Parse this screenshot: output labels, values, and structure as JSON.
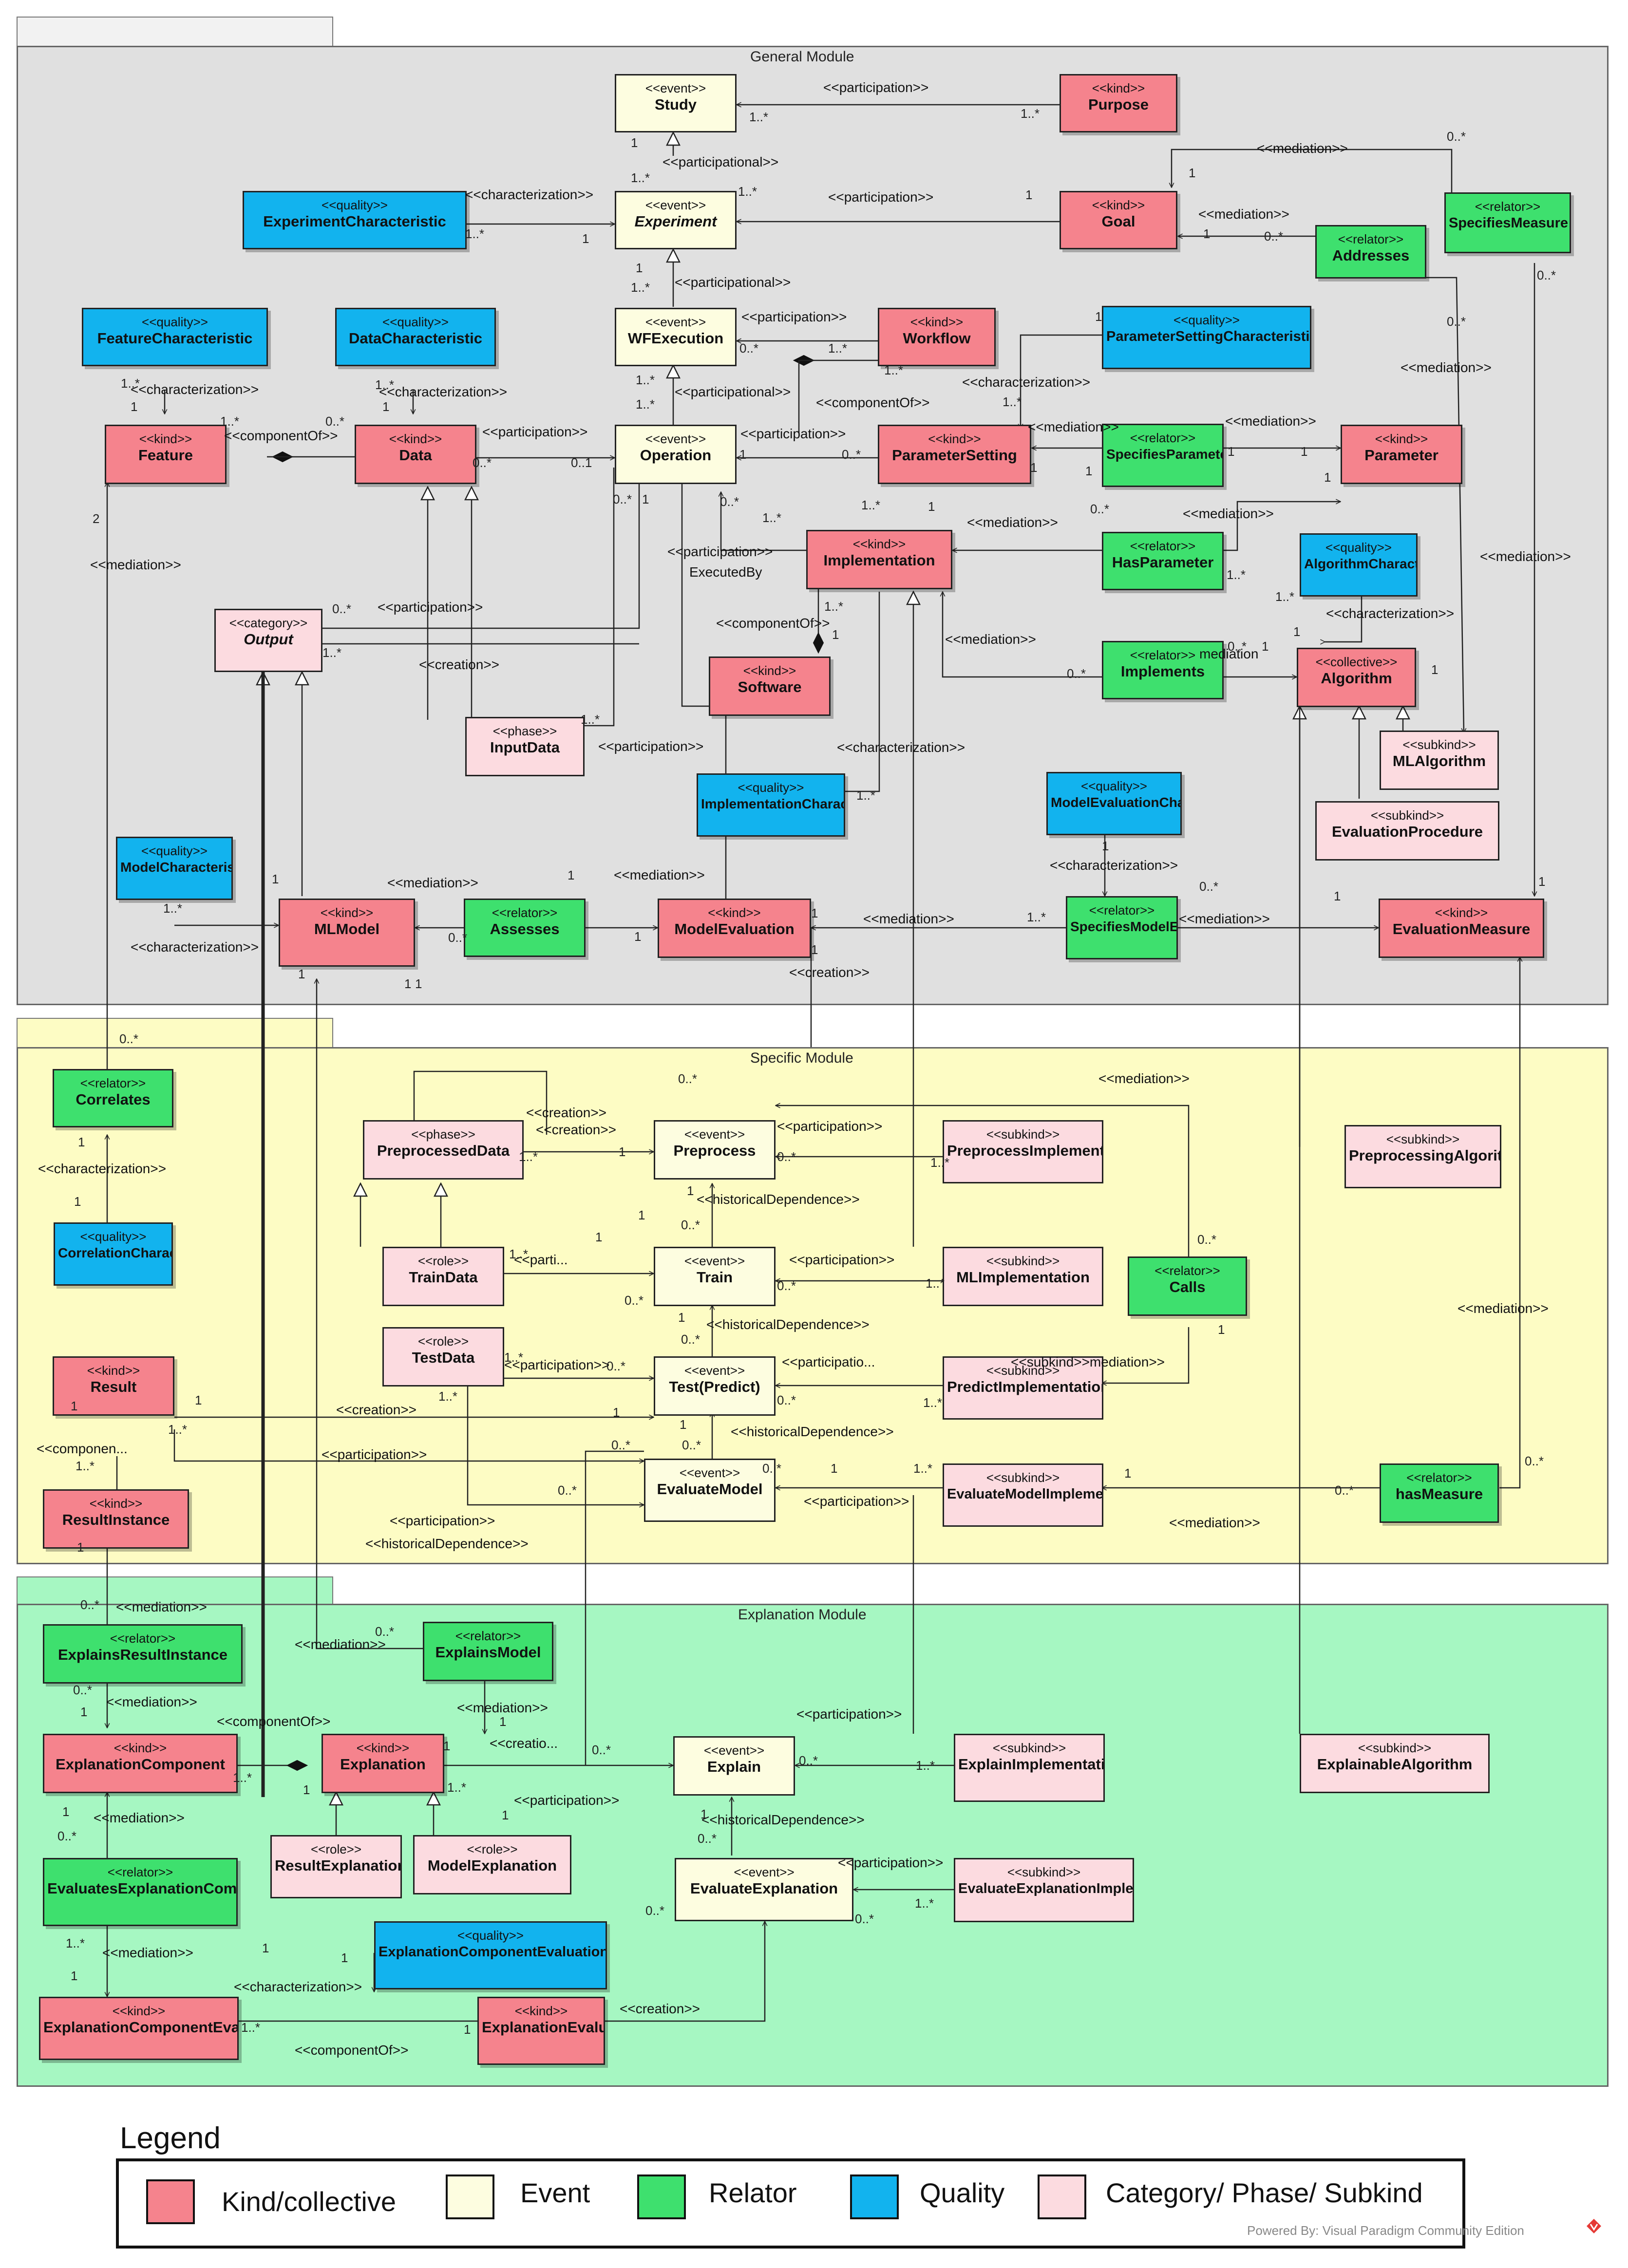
{
  "modules": {
    "general": "General Module",
    "specific": "Specific Module",
    "explanation": "Explanation Module"
  },
  "boxes": {
    "study": {
      "st": "<<event>>",
      "nm": "Study"
    },
    "purpose": {
      "st": "<<kind>>",
      "nm": "Purpose"
    },
    "experiment_characteristic": {
      "st": "<<quality>>",
      "nm": "ExperimentCharacteristic"
    },
    "experiment": {
      "st": "<<event>>",
      "nm": "Experiment"
    },
    "goal": {
      "st": "<<kind>>",
      "nm": "Goal"
    },
    "specifies_measure": {
      "st": "<<relator>>",
      "nm": "SpecifiesMeasure"
    },
    "addresses": {
      "st": "<<relator>>",
      "nm": "Addresses"
    },
    "feature_characteristic": {
      "st": "<<quality>>",
      "nm": "FeatureCharacteristic"
    },
    "data_characteristic": {
      "st": "<<quality>>",
      "nm": "DataCharacteristic"
    },
    "wf_execution": {
      "st": "<<event>>",
      "nm": "WFExecution"
    },
    "workflow": {
      "st": "<<kind>>",
      "nm": "Workflow"
    },
    "parameter_setting_characteristic": {
      "st": "<<quality>>",
      "nm": "ParameterSettingCharacteristic"
    },
    "feature": {
      "st": "<<kind>>",
      "nm": "Feature"
    },
    "data": {
      "st": "<<kind>>",
      "nm": "Data"
    },
    "operation": {
      "st": "<<event>>",
      "nm": "Operation"
    },
    "parameter_setting": {
      "st": "<<kind>>",
      "nm": "ParameterSetting"
    },
    "specifies_parameter": {
      "st": "<<relator>>",
      "nm": "SpecifiesParameter"
    },
    "parameter": {
      "st": "<<kind>>",
      "nm": "Parameter"
    },
    "implementation": {
      "st": "<<kind>>",
      "nm": "Implementation"
    },
    "has_parameter": {
      "st": "<<relator>>",
      "nm": "HasParameter"
    },
    "algorithm_characteristic": {
      "st": "<<quality>>",
      "nm": "AlgorithmCharacteristic"
    },
    "output": {
      "st": "<<category>>",
      "nm": "Output"
    },
    "software": {
      "st": "<<kind>>",
      "nm": "Software"
    },
    "implements": {
      "st": "<<relator>>",
      "nm": "Implements"
    },
    "algorithm": {
      "st": "<<collective>>",
      "nm": "Algorithm"
    },
    "input_data": {
      "st": "<<phase>>",
      "nm": "InputData"
    },
    "ml_algorithm": {
      "st": "<<subkind>>",
      "nm": "MLAlgorithm"
    },
    "implementation_characteristic": {
      "st": "<<quality>>",
      "nm": "ImplementationCharacteristic"
    },
    "model_evaluation_characteristic": {
      "st": "<<quality>>",
      "nm": "ModelEvaluationCharacteristic"
    },
    "evaluation_procedure": {
      "st": "<<subkind>>",
      "nm": "EvaluationProcedure"
    },
    "model_characteristic": {
      "st": "<<quality>>",
      "nm": "ModelCharacteristic"
    },
    "ml_model": {
      "st": "<<kind>>",
      "nm": "MLModel"
    },
    "assesses": {
      "st": "<<relator>>",
      "nm": "Assesses"
    },
    "model_evaluation": {
      "st": "<<kind>>",
      "nm": "ModelEvaluation"
    },
    "specifies_model_evaluation": {
      "st": "<<relator>>",
      "nm": "SpecifiesModelEvaluation"
    },
    "evaluation_measure": {
      "st": "<<kind>>",
      "nm": "EvaluationMeasure"
    },
    "correlates": {
      "st": "<<relator>>",
      "nm": "Correlates"
    },
    "preprocessed_data": {
      "st": "<<phase>>",
      "nm": "PreprocessedData"
    },
    "preprocess": {
      "st": "<<event>>",
      "nm": "Preprocess"
    },
    "preprocess_implementation": {
      "st": "<<subkind>>",
      "nm": "PreprocessImplementation"
    },
    "preprocessing_algorithm": {
      "st": "<<subkind>>",
      "nm": "PreprocessingAlgorithm"
    },
    "correlation_characteristic": {
      "st": "<<quality>>",
      "nm": "CorrelationCharacteristic"
    },
    "train_data": {
      "st": "<<role>>",
      "nm": "TrainData"
    },
    "train": {
      "st": "<<event>>",
      "nm": "Train"
    },
    "ml_implementation": {
      "st": "<<subkind>>",
      "nm": "MLImplementation"
    },
    "calls": {
      "st": "<<relator>>",
      "nm": "Calls"
    },
    "test_data": {
      "st": "<<role>>",
      "nm": "TestData"
    },
    "result": {
      "st": "<<kind>>",
      "nm": "Result"
    },
    "test_predict": {
      "st": "<<event>>",
      "nm": "Test(Predict)"
    },
    "predict_implementation": {
      "st": "<<subkind>>",
      "nm": "PredictImplementation"
    },
    "evaluate_model": {
      "st": "<<event>>",
      "nm": "EvaluateModel"
    },
    "evaluate_model_implementation": {
      "st": "<<subkind>>",
      "nm": "EvaluateModelImplementation"
    },
    "has_measure": {
      "st": "<<relator>>",
      "nm": "hasMeasure"
    },
    "result_instance": {
      "st": "<<kind>>",
      "nm": "ResultInstance"
    },
    "explains_result_instance": {
      "st": "<<relator>>",
      "nm": "ExplainsResultInstance"
    },
    "explains_model": {
      "st": "<<relator>>",
      "nm": "ExplainsModel"
    },
    "explanation_component": {
      "st": "<<kind>>",
      "nm": "ExplanationComponent"
    },
    "explanation": {
      "st": "<<kind>>",
      "nm": "Explanation"
    },
    "explain": {
      "st": "<<event>>",
      "nm": "Explain"
    },
    "explain_implementation": {
      "st": "<<subkind>>",
      "nm": "ExplainImplementation"
    },
    "explainable_algorithm": {
      "st": "<<subkind>>",
      "nm": "ExplainableAlgorithm"
    },
    "result_explanation": {
      "st": "<<role>>",
      "nm": "ResultExplanation"
    },
    "model_explanation": {
      "st": "<<role>>",
      "nm": "ModelExplanation"
    },
    "evaluates_explanation_component": {
      "st": "<<relator>>",
      "nm": "EvaluatesExplanationComponent"
    },
    "evaluate_explanation": {
      "st": "<<event>>",
      "nm": "EvaluateExplanation"
    },
    "evaluate_explanation_implementation": {
      "st": "<<subkind>>",
      "nm": "EvaluateExplanationImplementation"
    },
    "explanation_component_evaluation_characteristic": {
      "st": "<<quality>>",
      "nm": "ExplanationComponentEvaluationCharacteristic"
    },
    "explanation_component_evaluation": {
      "st": "<<kind>>",
      "nm": "ExplanationComponentEvaluation"
    },
    "explanation_evaluation": {
      "st": "<<kind>>",
      "nm": "ExplanationEvaluation"
    }
  },
  "labels": {
    "participation": "<<participation>>",
    "participational": "<<participational>>",
    "characterization": "<<characterization>>",
    "mediation": "<<mediation>>",
    "component_of": "<<componentOf>>",
    "creation": "<<creation>>",
    "historical_dependence": "<<historicalDependence>>",
    "executed_by": "ExecutedBy",
    "parti_short": "<<parti...",
    "participatio_short": "<<participatio...",
    "componen_short": "<<componen...",
    "creatio_short": "<<creatio...",
    "mediation_inline": "mediation",
    "subkind_mediation": "<<subkind>>mediation>>"
  },
  "mult": {
    "one": "1",
    "one_star": "1..*",
    "zero_star": "0..*",
    "zero_one": "0..1",
    "two": "2"
  },
  "legend": {
    "title": "Legend",
    "items": [
      {
        "label": "Kind/collective",
        "color": "#f5838d"
      },
      {
        "label": "Event",
        "color": "#fdfde0"
      },
      {
        "label": "Relator",
        "color": "#3ee06e"
      },
      {
        "label": "Quality",
        "color": "#12b3ee"
      },
      {
        "label": "Category/ Phase/ Subkind",
        "color": "#fcdbe0"
      }
    ],
    "credit": "Powered By: Visual Paradigm Community Edition"
  },
  "colors": {
    "general_bg": "#e0e0e0",
    "specific_bg": "#fdfcc4",
    "explanation_bg": "#a6f7c2"
  }
}
